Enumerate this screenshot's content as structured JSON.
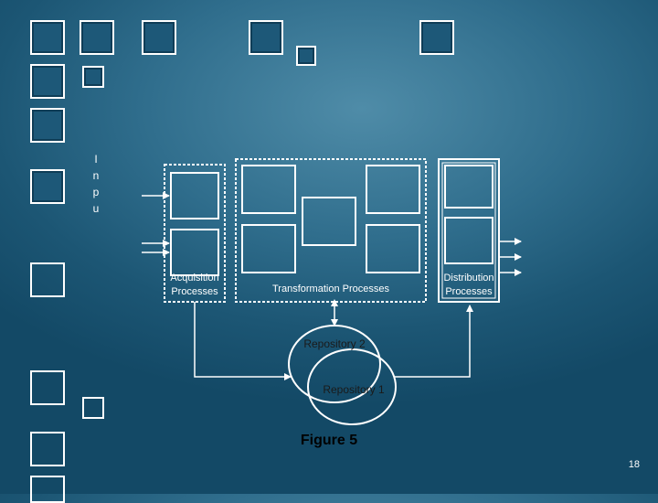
{
  "input_letters": [
    "I",
    "n",
    "p",
    "u"
  ],
  "acquisition": {
    "label_line1": "Acquisition",
    "label_line2": "Processes"
  },
  "transformation": {
    "label": "Transformation Processes"
  },
  "distribution": {
    "label_line1": "Distribution",
    "label_line2": "Processes"
  },
  "repository_2": {
    "label": "Repository 2"
  },
  "repository_1": {
    "label": "Repository 1"
  },
  "figure_caption": "Figure 5",
  "page_number": "18",
  "colors": {
    "background": "#2f6d8c",
    "line": "#ffffff",
    "caption": "#000000"
  }
}
